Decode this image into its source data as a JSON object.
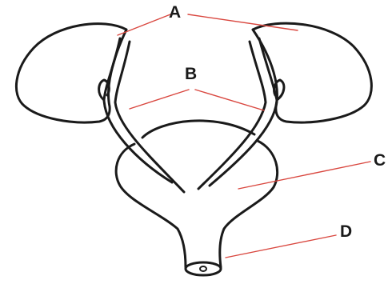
{
  "labels": {
    "a": "A",
    "b": "B",
    "c": "C",
    "d": "D"
  },
  "colors": {
    "outline": "#1a1a1a",
    "pointer_lines": "#d9473f",
    "background": "#ffffff"
  }
}
